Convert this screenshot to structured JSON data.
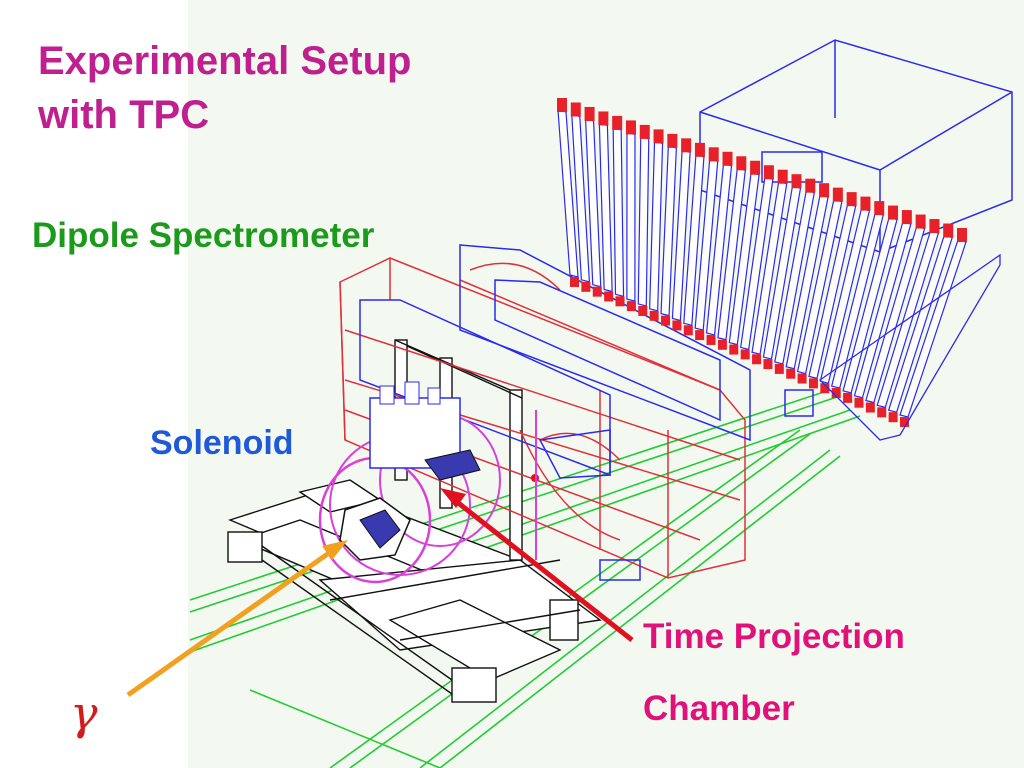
{
  "title": {
    "line1": "Experimental Setup",
    "line2": "with TPC"
  },
  "labels": {
    "dipole": "Dipole Spectrometer",
    "solenoid": "Solenoid",
    "tpc_line1": "Time Projection",
    "tpc_line2": "Chamber",
    "gamma": "γ"
  },
  "colors": {
    "title": "#c0208f",
    "dipole": "#1b9a1b",
    "solenoid": "#1f59d8",
    "tpc": "#e0127a",
    "gamma": "#d21b1b",
    "gamma_arrow": "#f2a020",
    "tpc_arrow": "#e01020",
    "magnet": "#e0303a",
    "frame": "#2a2aee",
    "rails": "#22cc33",
    "solenoid_coil": "#d940d9"
  }
}
